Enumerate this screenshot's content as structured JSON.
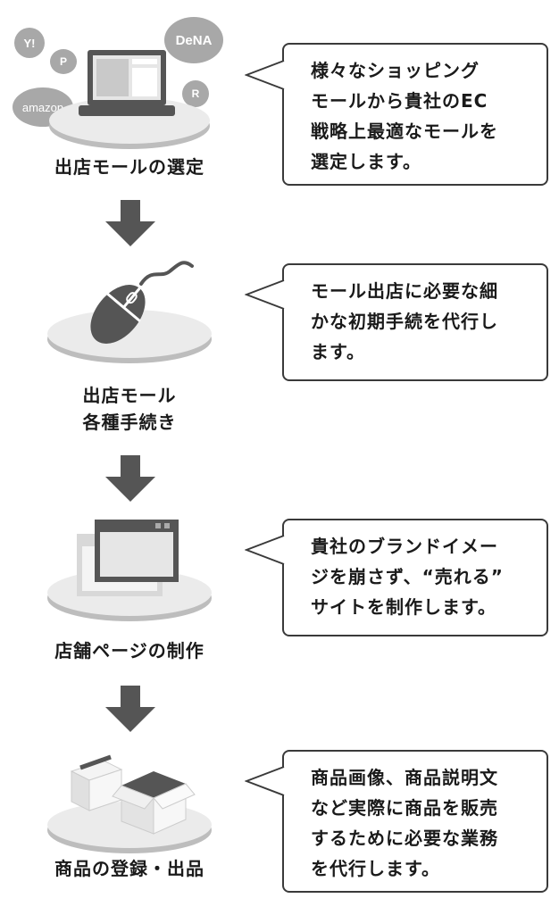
{
  "steps": [
    {
      "title_lines": [
        "出店モールの選定"
      ],
      "desc_lines": [
        "様々なショッピング",
        "モールから貴社のEC",
        "戦略上最適なモールを",
        "選定します。"
      ],
      "logos": [
        "Y!",
        "P",
        "DeNA",
        "amazon",
        "R"
      ]
    },
    {
      "title_lines": [
        "出店モール",
        "各種手続き"
      ],
      "desc_lines": [
        "モール出店に必要な細",
        "かな初期手続を代行し",
        "ます。"
      ]
    },
    {
      "title_lines": [
        "店舗ページの制作"
      ],
      "desc_lines": [
        "貴社のブランドイメー",
        "ジを崩さず、“売れる”",
        "サイトを制作します。"
      ]
    },
    {
      "title_lines": [
        "商品の登録・出品"
      ],
      "desc_lines": [
        "商品画像、商品説明文",
        "など実際に商品を販売",
        "するために必要な業務",
        "を代行します。"
      ]
    }
  ],
  "colors": {
    "platform_top": "#ebebeb",
    "platform_side": "#bdbdbd",
    "icon_dark": "#555555",
    "icon_light": "#e6e6e6",
    "logo_gray": "#a8a8a8",
    "border": "#3a3a3a"
  }
}
